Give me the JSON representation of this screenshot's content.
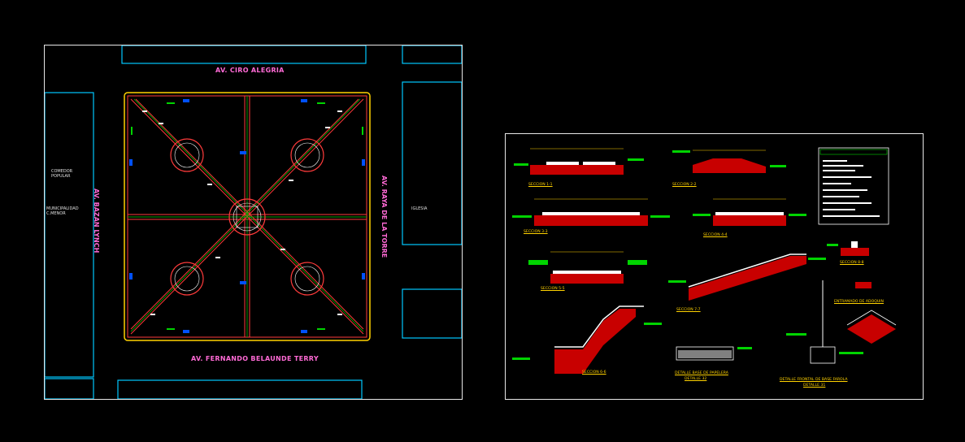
{
  "plan": {
    "streets": {
      "north": "AV. CIRO ALEGRIA",
      "south": "AV. FERNANDO BELAUNDE TERRY",
      "west": "AV. BAZAN LYNCH",
      "east": "AV. RAYA DE LA TORRE"
    },
    "buildings": {
      "comedor": "COMEDOR POPULAR",
      "municipalidad": "MUNICIPALIDAD C.MENOR",
      "iglesia": "IGLESIA"
    }
  },
  "sections_sheet": {
    "labels": {
      "s11": "SECCION 1-1",
      "s22": "SECCION 2-2",
      "s33": "SECCION 3-3",
      "s44": "SECCION 4-4",
      "s55": "SECCION 5-5",
      "s66": "SECCION 6-6",
      "s77": "SECCION 7-7",
      "s88": "SECCION 8-8",
      "entramado": "ENTRAMADO DE ADOQUIN",
      "papelera": "DETALLE BASE DE PAPELERA",
      "det32": "DETALLE 32",
      "farola": "DETALLE FRONTAL DE BASE FAROLA",
      "det31": "DETALLE 31"
    }
  },
  "colors": {
    "border": "#e8e8e8",
    "road": "#00c8ff",
    "street_text": "#ff6ad5",
    "plaza_edge": "#ffd200",
    "walk": "#ff3b3b",
    "hatch": "#ffffff",
    "green": "#00d400",
    "annot": "#ffd200"
  }
}
